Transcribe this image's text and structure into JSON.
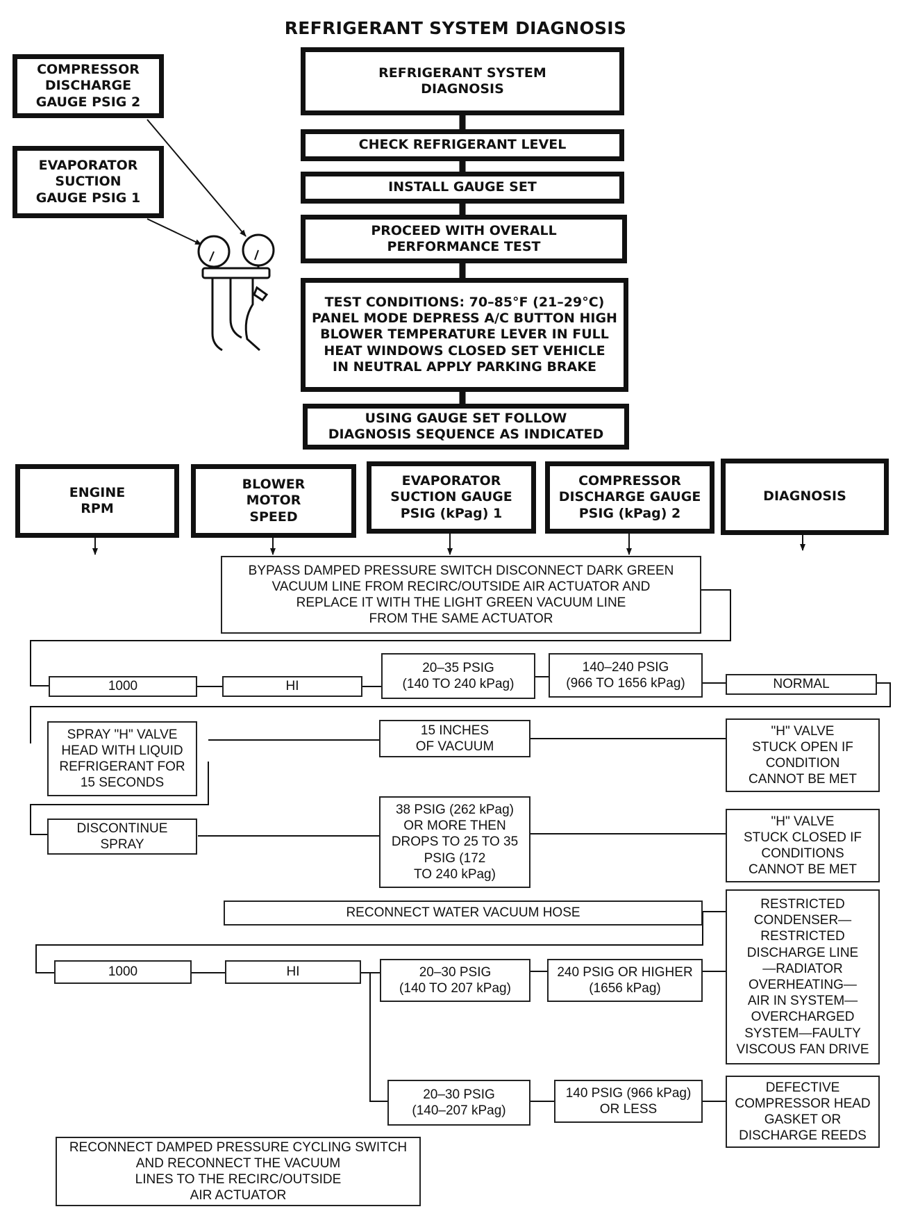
{
  "title": "REFRIGERANT SYSTEM DIAGNOSIS",
  "callouts": {
    "discharge_gauge": "COMPRESSOR\nDISCHARGE\nGAUGE PSIG 2",
    "suction_gauge": "EVAPORATOR\nSUCTION\nGAUGE PSIG 1"
  },
  "steps": [
    "REFRIGERANT SYSTEM\nDIAGNOSIS",
    "CHECK REFRIGERANT LEVEL",
    "INSTALL GAUGE SET",
    "PROCEED WITH OVERALL\nPERFORMANCE TEST",
    "TEST CONDITIONS: 70–85°F (21–29°C)\nPANEL MODE DEPRESS A/C BUTTON HIGH\nBLOWER TEMPERATURE LEVER IN FULL\nHEAT WINDOWS CLOSED SET VEHICLE\nIN NEUTRAL APPLY PARKING BRAKE",
    "USING GAUGE SET FOLLOW\nDIAGNOSIS SEQUENCE AS INDICATED"
  ],
  "columns": [
    "ENGINE\nRPM",
    "BLOWER\nMOTOR\nSPEED",
    "EVAPORATOR\nSUCTION GAUGE\nPSIG (kPag) 1",
    "COMPRESSOR\nDISCHARGE GAUGE\nPSIG (kPag) 2",
    "DIAGNOSIS"
  ],
  "flow": {
    "bypass": "BYPASS DAMPED PRESSURE SWITCH DISCONNECT DARK GREEN\nVACUUM  LINE FROM RECIRC/OUTSIDE  AIR ACTUATOR AND\nREPLACE IT  WITH THE LIGHT GREEN VACUUM LINE\nFROM THE SAME ACTUATOR",
    "row1": {
      "rpm": "1000",
      "blower": "HI",
      "suction": "20–35 PSIG\n(140 TO 240 kPag)",
      "discharge": "140–240 PSIG\n(966 TO 1656 kPag)",
      "diagnosis": "NORMAL"
    },
    "spray": "SPRAY \"H\" VALVE\nHEAD WITH LIQUID\nREFRIGERANT FOR\n15 SECONDS",
    "vacuum": "15 INCHES\nOF VACUUM",
    "stuck_open": "\"H\" VALVE\nSTUCK OPEN IF\nCONDITION\nCANNOT BE MET",
    "discontinue": "DISCONTINUE\nSPRAY",
    "pressure_drop": "38 PSIG (262 kPag)\nOR MORE THEN\nDROPS TO 25 TO 35\nPSIG (172\nTO 240 kPag)",
    "stuck_closed": "\"H\" VALVE\nSTUCK CLOSED IF\nCONDITIONS\nCANNOT BE MET",
    "reconnect_hose": "RECONNECT WATER VACUUM HOSE",
    "row2": {
      "rpm": "1000",
      "blower": "HI",
      "suction_a": "20–30 PSIG\n(140 TO 207 kPag)",
      "discharge_a": "240 PSIG OR HIGHER\n(1656 kPag)",
      "diagnosis_a": "RESTRICTED\nCONDENSER—\nRESTRICTED\nDISCHARGE LINE\n—RADIATOR\nOVERHEATING—\nAIR IN SYSTEM—\nOVERCHARGED\nSYSTEM—FAULTY\nVISCOUS FAN DRIVE",
      "suction_b": "20–30 PSIG\n(140–207 kPag)",
      "discharge_b": "140 PSIG (966 kPag)\nOR LESS",
      "diagnosis_b": "DEFECTIVE\nCOMPRESSOR HEAD\nGASKET OR\nDISCHARGE REEDS"
    },
    "reconnect_final": "RECONNECT DAMPED PRESSURE CYCLING SWITCH\nAND RECONNECT THE VACUUM\nLINES TO THE RECIRC/OUTSIDE\nAIR ACTUATOR"
  }
}
